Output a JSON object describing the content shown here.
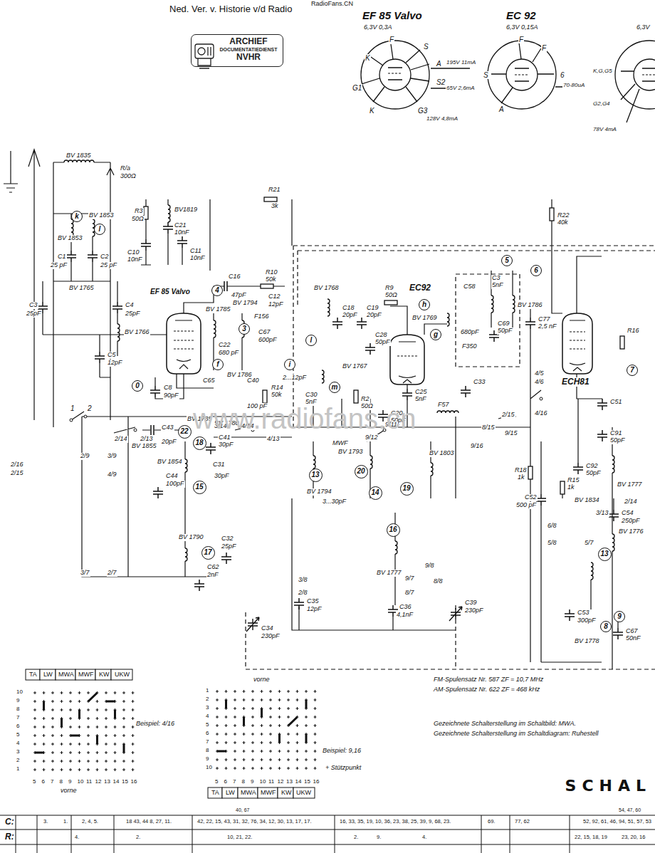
{
  "diagram": {
    "title": "Ned. Ver. v. Historie v/d Radio",
    "nodes": [
      {
        "text": [
          "ARCHIEF",
          "DOCUMENTATIEDIENST",
          "NVHR"
        ]
      },
      {
        "text": [
          "k"
        ]
      },
      {
        "text": [
          "l"
        ]
      },
      {
        "text": [
          "4"
        ]
      },
      {
        "text": [
          "3"
        ]
      },
      {
        "text": [
          "0"
        ]
      },
      {
        "text": [
          "f"
        ]
      },
      {
        "text": [
          "l"
        ]
      },
      {
        "text": [
          "i"
        ]
      },
      {
        "text": [
          "h"
        ]
      },
      {
        "text": [
          "g"
        ]
      },
      {
        "text": [
          "m"
        ]
      },
      {
        "text": [
          "5"
        ]
      },
      {
        "text": [
          "6"
        ]
      },
      {
        "text": [
          "7"
        ]
      },
      {
        "text": [
          "22"
        ]
      },
      {
        "text": [
          "18"
        ]
      },
      {
        "text": [
          "15"
        ]
      },
      {
        "text": [
          "17"
        ]
      },
      {
        "text": [
          "13"
        ]
      },
      {
        "text": [
          "20"
        ]
      },
      {
        "text": [
          "14"
        ]
      },
      {
        "text": [
          "19"
        ]
      },
      {
        "text": [
          "16"
        ]
      },
      {
        "text": [
          "13"
        ]
      },
      {
        "text": [
          "9"
        ]
      },
      {
        "text": [
          "8"
        ]
      }
    ],
    "labels": [
      "RadioFans.CN",
      "EF 85 Valvo",
      "6,3V 0,3A",
      "EC 92",
      "6,3V 0,15A",
      "6,3V",
      "F",
      "S",
      "A",
      "S2",
      "G3",
      "K",
      "G1",
      "K",
      "195V 11mA",
      "65V 2,6mA",
      "128V 4,8mA",
      "F",
      "F",
      "S",
      "6",
      "A",
      "70-80uA",
      "K,G,G5",
      "G2,G4",
      "78V 4mA",
      "BV 1835",
      "R/a",
      "300Ω",
      "R21",
      "3k",
      "R22",
      "40k",
      "R3",
      "50Ω",
      "BV1819",
      "C21",
      "10nF",
      "C10",
      "10nF",
      "C11",
      "10nF",
      "BV 1853",
      "BV 1853",
      "C1",
      "25 pF",
      "C2",
      "25 pF",
      "BV 1765",
      "C3",
      "25pF",
      "C4",
      "25pF",
      "BV 1766",
      "C5",
      "12pF",
      "C8",
      "90pF",
      "EF 85 Valvo",
      "C16",
      "47pF",
      "R10",
      "50k",
      "C12",
      "12pF",
      "BV 1785",
      "BV 1794",
      "F156",
      "C67",
      "600pF",
      "C22",
      "680 pF",
      "BV 1786",
      "C65",
      "C40",
      "100 pF",
      "BV 1780",
      "R14",
      "50k",
      "C30",
      "5nF",
      "2...12pF",
      "BV 1768",
      "C18",
      "20pF",
      "C19",
      "20pF",
      "R9",
      "50Ω",
      "EC92",
      "BV 1769",
      "C28",
      "50pF",
      "BV 1767",
      "R2",
      "50Ω",
      "C25",
      "5nF",
      "C20",
      "50pF",
      "F57",
      "C3",
      "5nF",
      "C58",
      "BV 1786",
      "680pF",
      "C69",
      "50pF",
      "F350",
      "C33",
      "C77",
      "2,5 nF",
      "ECH81",
      "R16",
      "C51",
      "C91",
      "50pF",
      "C92",
      "50pF",
      "BV 1777",
      "R18",
      "1k",
      "R15",
      "1k",
      "BV 1834",
      "C52",
      "500 pF",
      "C54",
      "250pF",
      "BV 1776",
      "C53",
      "300pF",
      "BV 1778",
      "C67",
      "50nF",
      "1",
      "2",
      "2/16",
      "2/15",
      "2/14",
      "2/13",
      "C43",
      "20pF",
      "BV 1735",
      "3/14",
      "4/14",
      "4/13",
      "C41",
      "30pF",
      "C31",
      "30pF",
      "2/9",
      "3/9",
      "4/9",
      "BV 1855",
      "BV 1854",
      "C44",
      "100pF",
      "BV 1790",
      "C32",
      "25pF",
      "C62",
      "2nF",
      "3/7",
      "2/7",
      "MWF",
      "BV 1793",
      "9/12",
      "9/11",
      "BV 1794",
      "3...30pF",
      "BV 1803",
      "3/8",
      "2/8",
      "9/7",
      "8/7",
      "8/8",
      "9/8",
      "BV 1777",
      "C35",
      "12pF",
      "C36",
      "4,1nF",
      "C34",
      "230pF",
      "C39",
      "230pF",
      "4/5",
      "4/6",
      "2/15",
      "4/16",
      "8/15",
      "9/15",
      "9/16",
      "6/8",
      "5/8",
      "5/7",
      "3/13",
      "2/14",
      "www.radiofans.cn",
      "TA",
      "LW",
      "MWA",
      "MWF",
      "KW",
      "UKW",
      "10",
      "9",
      "8",
      "7",
      "6",
      "5",
      "4",
      "3",
      "2",
      "1",
      "5",
      "6",
      "7",
      "8",
      "9",
      "10",
      "11",
      "12",
      "13",
      "14",
      "15",
      "16",
      "vorne",
      "Beispiel: 4/16",
      "vorne",
      "1",
      "2",
      "3",
      "4",
      "5",
      "6",
      "7",
      "8",
      "9",
      "10",
      "5",
      "6",
      "7",
      "8",
      "9",
      "10",
      "11",
      "12",
      "13",
      "14",
      "15",
      "16",
      "Beispiel: 9,16",
      "+ Stützpunkt",
      "TA",
      "LW",
      "MWA",
      "MWF",
      "KW",
      "UKW",
      "FM-Spulensatz Nr. 587 ZF = 10,7 MHz",
      "AM-Spulensatz Nr. 622 ZF = 468 kHz",
      "Gezeichnete Schalterstellung im Schaltbild: MWA.",
      "Gezeichnete Schalterstellung im Schaltdiagram: Ruhestell",
      "SCHAL",
      "C:",
      "R:",
      "3.",
      "1.",
      "2, 4, 5.",
      "18 43, 44 8, 27, 11.",
      "42, 22, 15, 43, 31, 32, 76, 34, 12, 30, 13, 17, 17.",
      "16, 33, 35, 19, 10, 36, 23, 38, 25, 39, 9, 68, 23.",
      "69.",
      "77, 62",
      "52, 92, 61, 46, 94, 51, 57, 53",
      "40, 67",
      "54, 47, 60",
      "4.",
      "2.",
      "10, 21, 22.",
      "2.",
      "9.",
      "4.",
      "22, 15, 18, 19",
      "23, 20, 16"
    ]
  }
}
